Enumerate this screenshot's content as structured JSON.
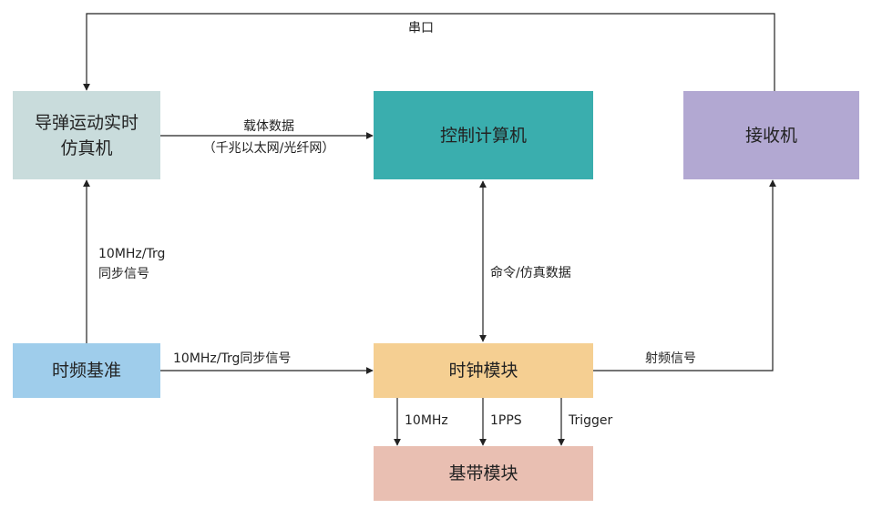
{
  "nodes": {
    "missile_sim": {
      "label": "导弹运动实时\n仿真机",
      "color": "#c9dcdc"
    },
    "control_computer": {
      "label": "控制计算机",
      "color": "#3aaeae"
    },
    "receiver": {
      "label": "接收机",
      "color": "#b2a8d2"
    },
    "time_reference": {
      "label": "时频基准",
      "color": "#9fcdeb"
    },
    "clock_module": {
      "label": "时钟模块",
      "color": "#f5cf92"
    },
    "baseband_module": {
      "label": "基带模块",
      "color": "#e9bfb2"
    }
  },
  "edges": {
    "serial_port": {
      "label": "串口"
    },
    "carrier_data": {
      "label": "载体数据\n（千兆以太网/光纤网）"
    },
    "sync_up": {
      "label": "10MHz/Trg\n同步信号"
    },
    "command_sim": {
      "label": "命令/仿真数据"
    },
    "sync_right": {
      "label": "10MHz/Trg同步信号"
    },
    "rf_signal": {
      "label": "射频信号"
    },
    "out_10mhz": {
      "label": "10MHz"
    },
    "out_1pps": {
      "label": "1PPS"
    },
    "out_trigger": {
      "label": "Trigger"
    }
  },
  "colors": {
    "line": "#222222"
  }
}
